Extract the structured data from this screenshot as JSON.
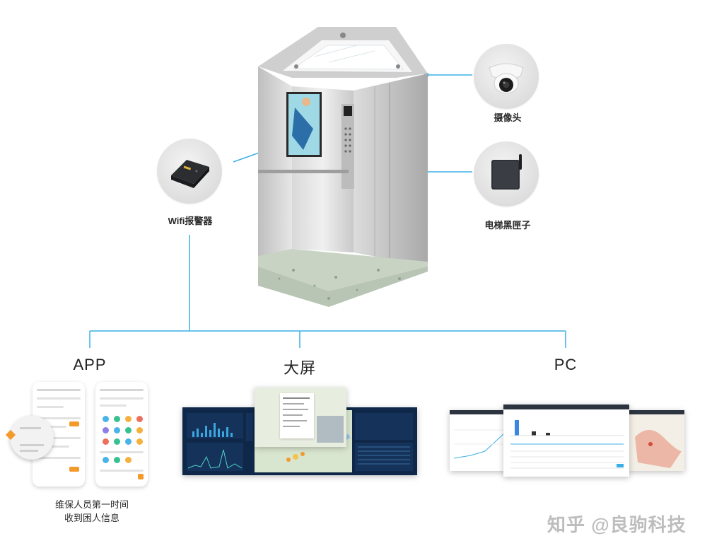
{
  "devices": {
    "camera_label": "摄像头",
    "blackbox_label": "电梯黑匣子",
    "wifi_alarm_label": "Wifi报警器"
  },
  "outputs": {
    "app_title": "APP",
    "bigscreen_title": "大屏",
    "pc_title": "PC"
  },
  "app_caption": {
    "line1": "维保人员第一时间",
    "line2": "收到困人信息"
  },
  "watermark": "知乎 @良驹科技",
  "colors": {
    "connector": "#3bb0e6",
    "dashboard_bg": "#0f2748",
    "accent_orange": "#f39a2b"
  }
}
